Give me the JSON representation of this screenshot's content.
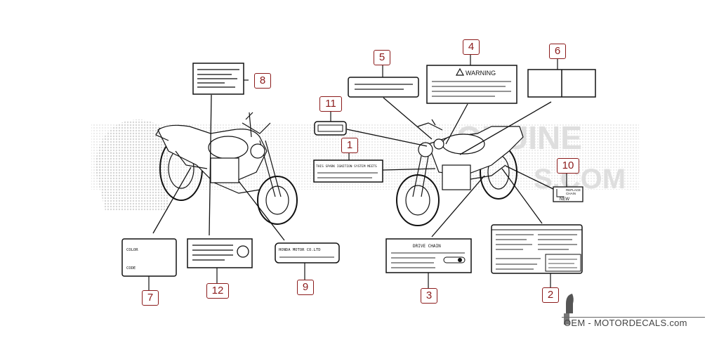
{
  "callouts": [
    "1",
    "2",
    "3",
    "4",
    "5",
    "6",
    "7",
    "8",
    "9",
    "10",
    "11",
    "12"
  ],
  "labels": {
    "warning_title": "WARNING",
    "spark_ignition": "THIS SPARK IGNITION SYSTEM MEETS",
    "color_label": "COLOR",
    "code_label": "CODE",
    "honda": "HONDA MOTOR CO.LTD",
    "drive_chain": "DRIVE CHAIN",
    "replace_chain_1": "REPLACE",
    "replace_chain_2": "CHAIN",
    "new": "NEW"
  },
  "watermark": {
    "text": "ONUINE",
    "domain": "S.COM"
  },
  "brand": "OEM - MOTORDECALS.com",
  "colors": {
    "callout": "#8b1a1a",
    "line": "#111111",
    "watermark": "#d6d6d6"
  }
}
